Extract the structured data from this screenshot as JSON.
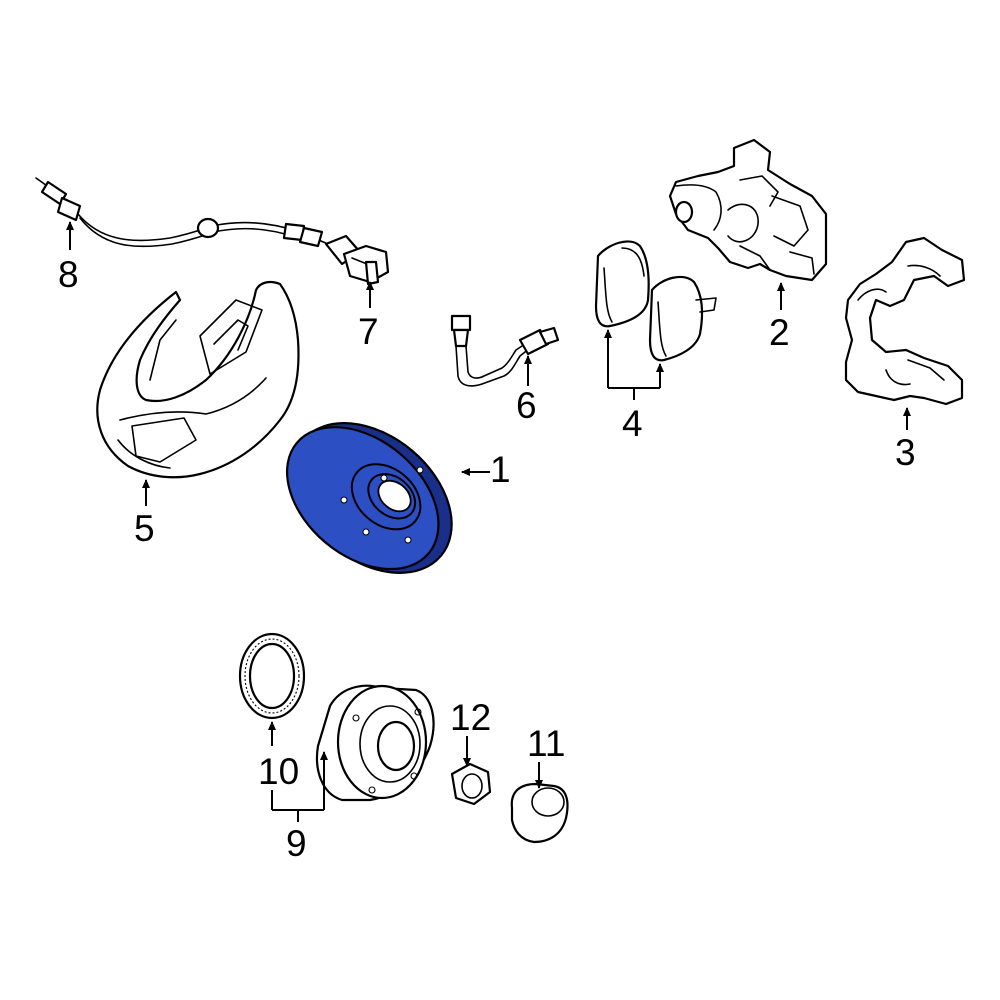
{
  "diagram": {
    "highlight_color": "#2d4fc4",
    "outline_color": "#000000",
    "background_color": "#ffffff",
    "highlighted_part": "1",
    "callouts": [
      {
        "id": "1",
        "label": "1"
      },
      {
        "id": "2",
        "label": "2"
      },
      {
        "id": "3",
        "label": "3"
      },
      {
        "id": "4",
        "label": "4"
      },
      {
        "id": "5",
        "label": "5"
      },
      {
        "id": "6",
        "label": "6"
      },
      {
        "id": "7",
        "label": "7"
      },
      {
        "id": "8",
        "label": "8"
      },
      {
        "id": "9",
        "label": "9"
      },
      {
        "id": "10",
        "label": "10"
      },
      {
        "id": "11",
        "label": "11"
      },
      {
        "id": "12",
        "label": "12"
      }
    ]
  }
}
